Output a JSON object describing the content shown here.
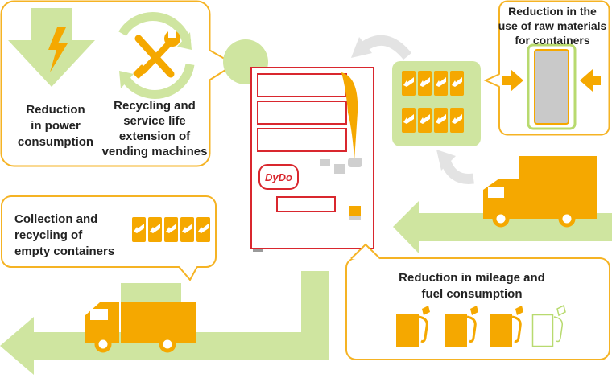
{
  "colors": {
    "orange": "#f5a800",
    "light_green": "#cfe5a0",
    "green": "#b8da6f",
    "red": "#d9272e",
    "gray": "#cfcfcf",
    "border_orange": "#f5b324"
  },
  "labels": {
    "power": "Reduction\nin power\nconsumption",
    "recycle": "Recycling and\nservice life\nextension of\nvending machines",
    "containers": "Reduction in the\nuse of raw materials\nfor containers",
    "collect": "Collection and\nrecycling of\nempty containers",
    "mileage": "Reduction in mileage and\nfuel consumption"
  },
  "brand": {
    "logo_text": "DyDo"
  },
  "icons": {
    "power": "lightning-arrow-icon",
    "recycle": "wrench-screwdriver-recycle-icon",
    "truck": "delivery-truck-icon",
    "fuel": "fuel-pump-icon",
    "can": "beverage-can-icon"
  },
  "fuel_pumps": {
    "total": 4,
    "filled": 3
  }
}
